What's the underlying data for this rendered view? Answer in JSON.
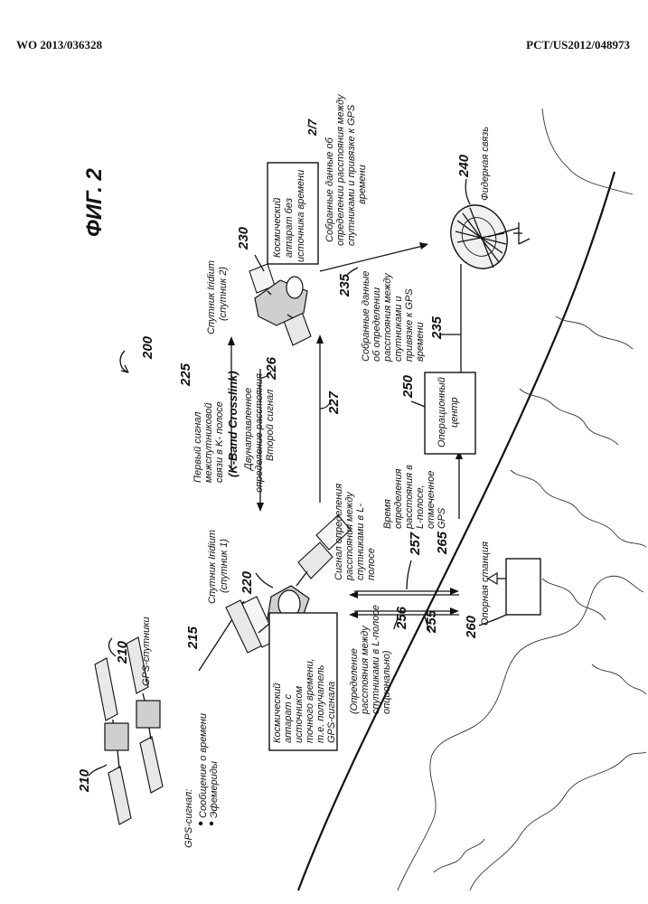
{
  "header": {
    "publication_number": "WO 2013/036328",
    "application_number": "PCT/US2012/048973"
  },
  "figure": {
    "title": "ФИГ. 2",
    "page": "2/7",
    "ref_200": "200",
    "gps_satellites": {
      "ref": "210",
      "ref_second": "210",
      "label": "GPS-спутники",
      "signal_label": "GPS-сигнал:",
      "signal_items": [
        "Сообщение о времени",
        "Эфемериды"
      ]
    },
    "link_215": "215",
    "satellite1": {
      "ref": "220",
      "label": [
        "Спутник Iridium",
        "(спутник 1)"
      ],
      "box": [
        "Космический",
        "аппарат с",
        "источником",
        "точного времени,",
        "т.е. получатель",
        "GPS-сигнала"
      ]
    },
    "satellite2": {
      "ref": "230",
      "label": [
        "Спутник Iridium",
        "(спутник 2)"
      ],
      "box": [
        "Космический",
        "аппарат без",
        "источника времени"
      ]
    },
    "crosslink": {
      "ref_225": "225",
      "first_signal": [
        "Первый сигнал",
        "межспутниковой",
        "связи в K- полосе"
      ],
      "band": "(K-Band Crosslink)",
      "two_way": [
        "Двунаправленное",
        "определение расстояния"
      ],
      "ref_226": "226",
      "second_signal": "Второй сигнал",
      "ref_227": "227"
    },
    "lband": {
      "signal": [
        "Сигнал определения",
        "расстояния между",
        "спутниками в L-",
        "полосе"
      ],
      "timing": [
        "Время",
        "определения",
        "расстояния в",
        "L-полосе,",
        "отмеченное",
        "GPS"
      ],
      "optional": [
        "(Определение",
        "расстояния между",
        "спутниками в L-полосе",
        "опционально)"
      ],
      "ref_257": "257",
      "ref_265": "265",
      "ref_256": "256",
      "ref_255": "255"
    },
    "ops_center": {
      "ref": "250",
      "label": [
        "Операционный",
        "центр"
      ]
    },
    "reference_station": {
      "ref": "260",
      "label": "Опорная станция"
    },
    "collected_data": {
      "ref": "235",
      "ref_second": "235",
      "text_1": [
        "Собранные данные",
        "об определении",
        "расстояния между",
        "спутниками и",
        "привязке к GPS",
        "времени"
      ],
      "text_2": [
        "Собранные данные об",
        "определении расстояния между",
        "спутниками и привязке к GPS",
        "времени"
      ]
    },
    "feeder": {
      "ref": "240",
      "label": "Фидерная связь"
    }
  }
}
